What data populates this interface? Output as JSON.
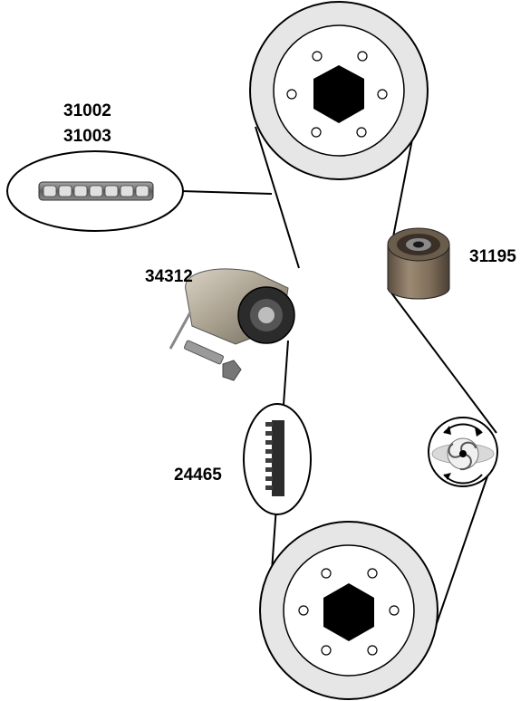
{
  "parts": {
    "chain_part_a": "31002",
    "chain_part_b": "31003",
    "idler_pulley": "31195",
    "tensioner": "34312",
    "toothed_belt": "24465"
  },
  "colors": {
    "line": "#000000",
    "pulley_face": "#e6e6e6",
    "hub": "#000000",
    "background": "#ffffff"
  }
}
